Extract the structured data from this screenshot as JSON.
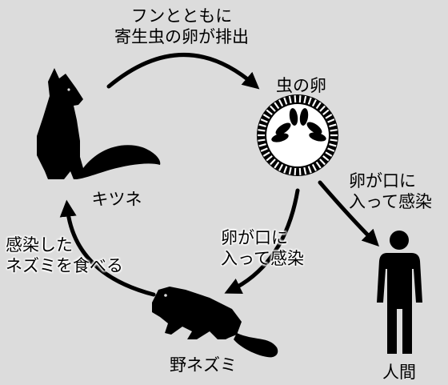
{
  "labels": {
    "fox": "キツネ",
    "egg": "虫の卵",
    "human": "人間",
    "rat": "野ネズミ",
    "fox_to_egg": [
      "フンとともに",
      "寄生虫の卵が排出"
    ],
    "egg_to_human": [
      "卵が口に",
      "入って感染"
    ],
    "egg_to_rat": [
      "卵が口に",
      "入って感染"
    ],
    "rat_to_fox": [
      "感染した",
      "ネズミを食べる"
    ]
  },
  "icons": {
    "fox": "fox-silhouette",
    "egg": "parasite-egg",
    "human": "human-silhouette",
    "rat": "rat-silhouette"
  },
  "colors": {
    "background": "#dcdcdc",
    "ink": "#000000",
    "egg_fill": "#ffffff"
  }
}
